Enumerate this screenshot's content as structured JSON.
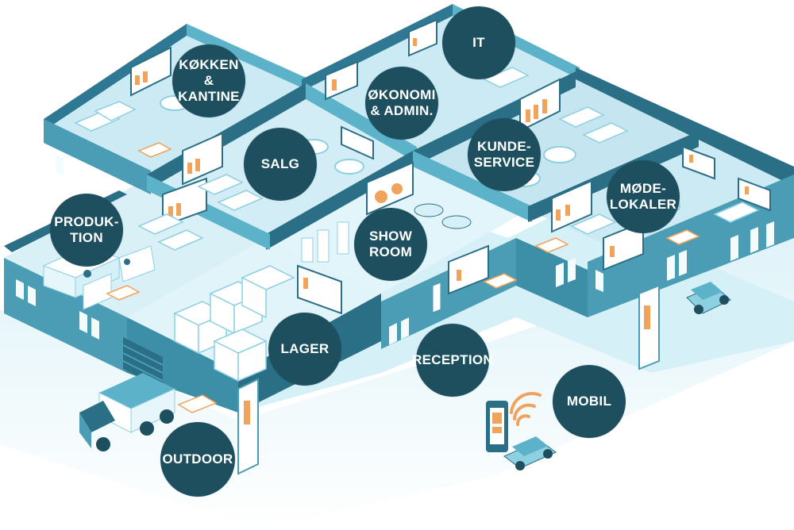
{
  "colors": {
    "bubble": "#1d4f5f",
    "wall_dark": "#2a6f86",
    "wall_mid": "#4a9db5",
    "wall_light": "#8dd0e2",
    "floor": "#cfeef6",
    "floor_light": "#e6f6fb",
    "accent_orange": "#f0a35a",
    "window": "#f3fbfd"
  },
  "zones": [
    {
      "id": "kokken",
      "label": "KØKKEN &\nKANTINE"
    },
    {
      "id": "it",
      "label": "IT"
    },
    {
      "id": "okonomi",
      "label": "ØKONOMI\n& ADMIN."
    },
    {
      "id": "salg",
      "label": "SALG"
    },
    {
      "id": "kundeservice",
      "label": "KUNDE-\nSERVICE"
    },
    {
      "id": "modelokaler",
      "label": "MØDE-\nLOKALER"
    },
    {
      "id": "produktion",
      "label": "PRODUK-\nTION"
    },
    {
      "id": "showroom",
      "label": "SHOW\nROOM"
    },
    {
      "id": "lager",
      "label": "LAGER"
    },
    {
      "id": "reception",
      "label": "RECEPTION"
    },
    {
      "id": "mobil",
      "label": "MOBIL"
    },
    {
      "id": "outdoor",
      "label": "OUTDOOR"
    }
  ]
}
